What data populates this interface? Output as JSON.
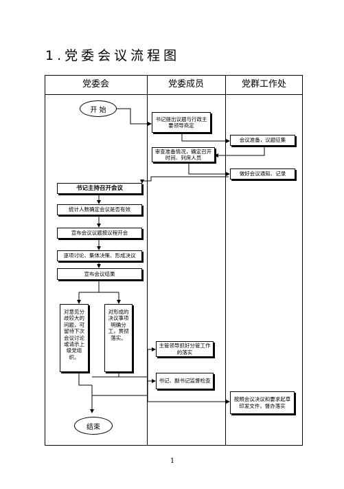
{
  "title": "1.党委会议流程图",
  "columns": [
    "党委会",
    "党委成员",
    "党群工作处"
  ],
  "nodes": {
    "start": "开 始",
    "proposal": "书记提出议题与行政主要领导商定",
    "prep_agenda": "会议准备，议题征集",
    "review": "审查准备情况，确定召开时间、列席人员",
    "notice_record": "做好会议通知、记录",
    "secretary_chairs": "书记主持召开会议",
    "count_attendance": "统计人数确定会议是否有效",
    "announce_agenda": "宣布会议议题按议程开会",
    "discuss": "逐项讨论、集体决策、形成决议",
    "announce_result": "宣布会议结果",
    "disagreement": "对意见分歧较大的问题，可留待下次会议讨论或请示上级党组织。",
    "resolution": "对形成的决议事项明确分工，贯彻落实。",
    "leader_implement": "主管领导抓好分管工作的落实",
    "supervise": "书记、副书记监督检查",
    "draft_docs": "按照会议决议和要求起草印发文件，督办落实",
    "end": "结束"
  },
  "page_number": "1"
}
